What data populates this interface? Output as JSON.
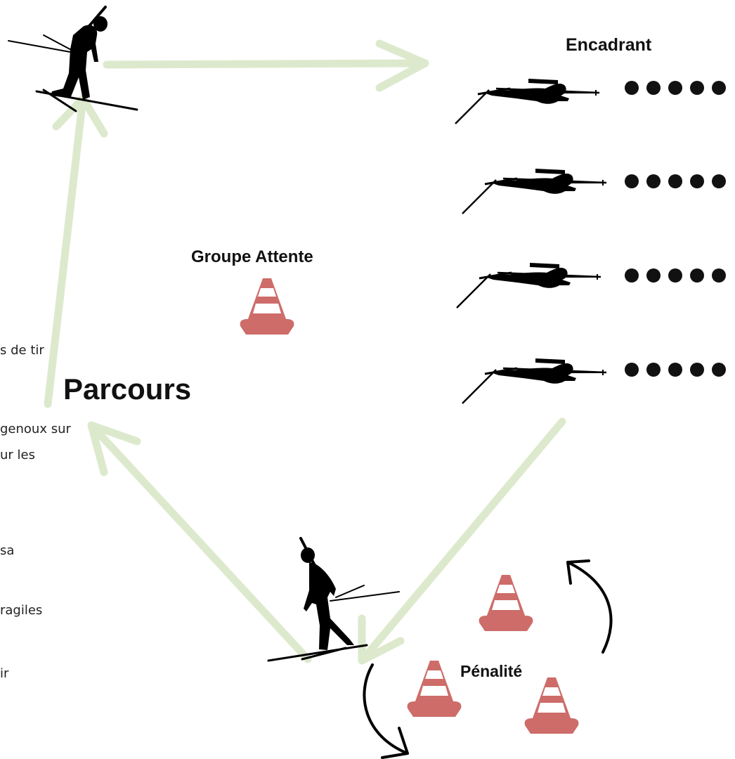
{
  "labels": {
    "encadrant": "Encadrant",
    "groupe_attente": "Groupe Attente",
    "parcours": "Parcours",
    "penalite": "Pénalité"
  },
  "side_fragments": [
    "s de tir",
    "genoux sur",
    "ur les",
    "sa",
    "ragiles",
    "ir"
  ],
  "shooting_lanes": [
    {
      "shots_remaining": 5
    },
    {
      "shots_remaining": 5
    },
    {
      "shots_remaining": 5
    },
    {
      "shots_remaining": 5
    }
  ],
  "colors": {
    "arrow": "#dde9cc",
    "cone": "#cd6c69",
    "silhouette": "#000000",
    "dot": "#111111"
  },
  "icons": [
    "skier-icon",
    "prone-shooter-icon",
    "traffic-cone-icon",
    "curved-arrow-icon",
    "target-dot-icon"
  ]
}
